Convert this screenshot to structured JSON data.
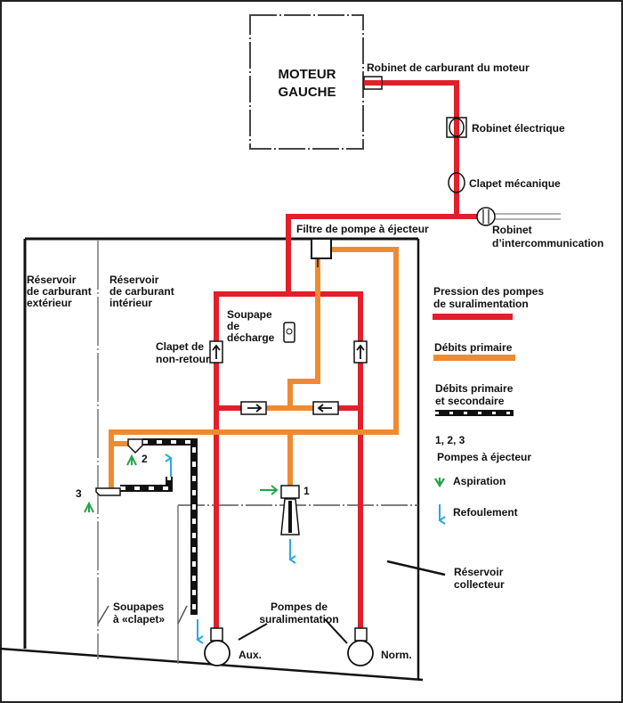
{
  "colors": {
    "boost_pressure": "#e0202a",
    "primary_flow": "#f08a30",
    "secondary_flow": "#111111",
    "suction_arrow": "#22a64a",
    "discharge_arrow": "#2aa8e0",
    "outline": "#111111"
  },
  "engine": {
    "label_line1": "MOTEUR",
    "label_line2": "GAUCHE"
  },
  "components": {
    "engine_fuel_valve": "Robinet de carburant du moteur",
    "electric_valve": "Robinet électrique",
    "mechanical_valve": "Clapet mécanique",
    "crossfeed_valve_line1": "Robinet",
    "crossfeed_valve_line2": "d’intercommunication",
    "ejector_filter": "Filtre de pompe à éjecteur",
    "relief_valve_line1": "Soupape",
    "relief_valve_line2": "de",
    "relief_valve_line3": "décharge",
    "check_valve_line1": "Clapet de",
    "check_valve_line2": "non-retour",
    "flapper_valves_line1": "Soupapes",
    "flapper_valves_line2": "à «clapet»",
    "boost_pumps_line1": "Pompes de",
    "boost_pumps_line2": "suralimentation",
    "pump_aux": "Aux.",
    "pump_norm": "Norm.",
    "ejector_1": "1",
    "ejector_2": "2",
    "ejector_3": "3"
  },
  "tanks": {
    "outer_line1": "Réservoir",
    "outer_line2": "de carburant",
    "outer_line3": "extérieur",
    "inner_line1": "Réservoir",
    "inner_line2": "de carburant",
    "inner_line3": "intérieur",
    "collector_line1": "Réservoir",
    "collector_line2": "collecteur"
  },
  "legend": {
    "boost_line1": "Pression des pompes",
    "boost_line2": "de suralimentation",
    "primary": "Débits primaire",
    "secondary_line1": "Débits primaire",
    "secondary_line2": "et secondaire",
    "ejector_numbers": "1, 2, 3",
    "ejector_pumps": "Pompes à éjecteur",
    "suction": "Aspiration",
    "discharge": "Refoulement"
  }
}
